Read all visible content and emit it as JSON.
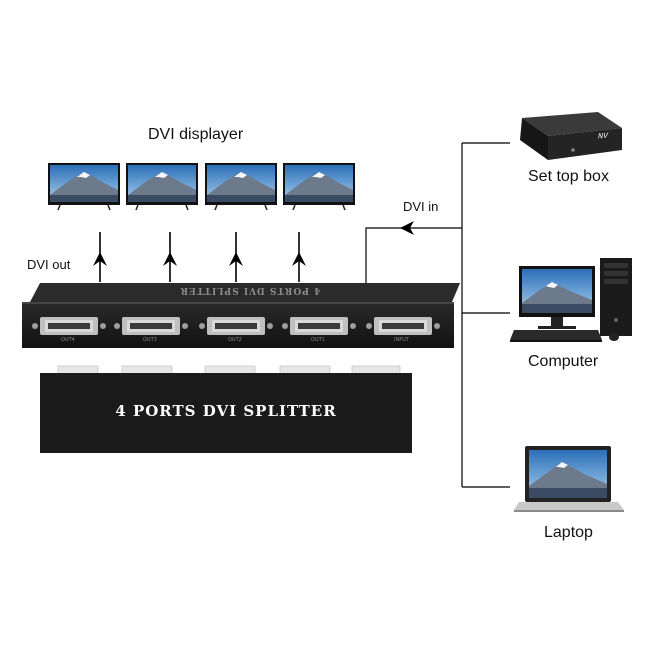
{
  "labels": {
    "displays_title": "DVI displayer",
    "dvi_out": "DVI out",
    "dvi_in": "DVI in",
    "set_top_box": "Set top box",
    "computer": "Computer",
    "laptop": "Laptop",
    "stb_logo": "NV"
  },
  "splitter": {
    "top_text": "4 PORTS DVI SPLITTER",
    "banner_text": "4 PORTS DVI SPLITTER",
    "ports": [
      "OUT4",
      "OUT3",
      "OUT2",
      "OUT1",
      "INPUT"
    ]
  },
  "colors": {
    "device_body": "#1c1c1c",
    "line": "#000000",
    "sky_top": "#2c6fb8",
    "sky_bottom": "#9cc6ea",
    "mountain": "#6d7a8c",
    "snow": "#f4f6fa"
  }
}
